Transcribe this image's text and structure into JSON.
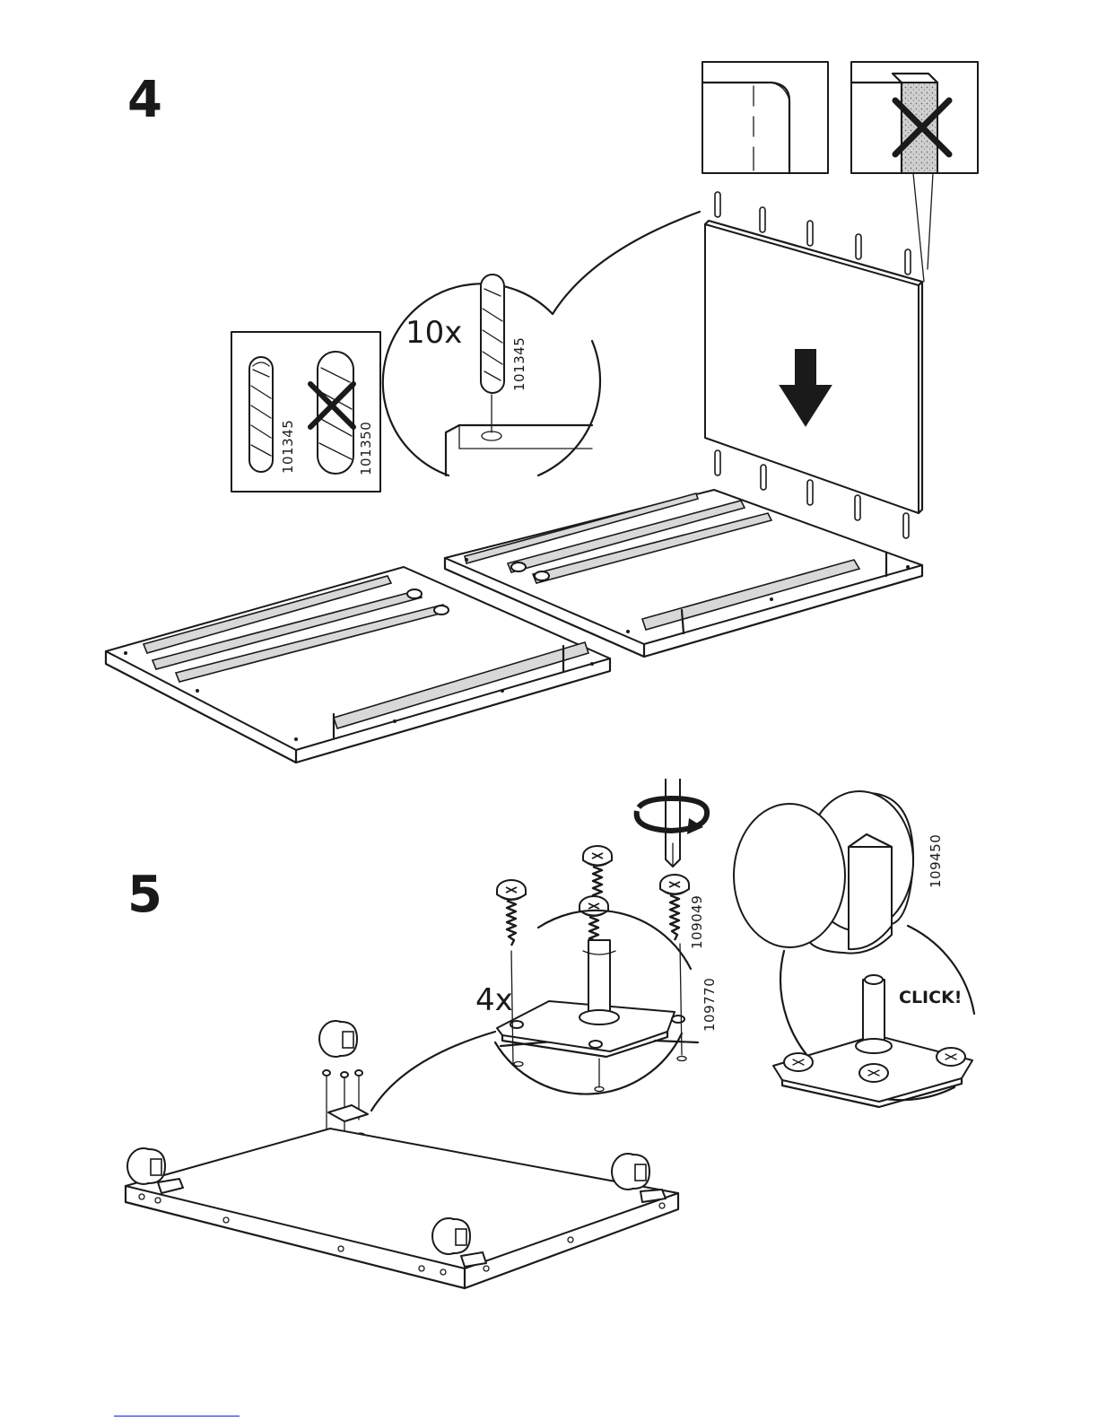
{
  "steps": [
    {
      "number": "4",
      "callouts": {
        "dowel_quantity": "10x",
        "dowel_part_number": "101345",
        "compare_left_part_number": "101345",
        "compare_right_part_number": "101350"
      }
    },
    {
      "number": "5",
      "callouts": {
        "plate_quantity": "4x",
        "screw_part_number": "109049",
        "plate_part_number": "109770",
        "caster_part_number": "109450",
        "click_label": "CLICK!"
      }
    }
  ]
}
